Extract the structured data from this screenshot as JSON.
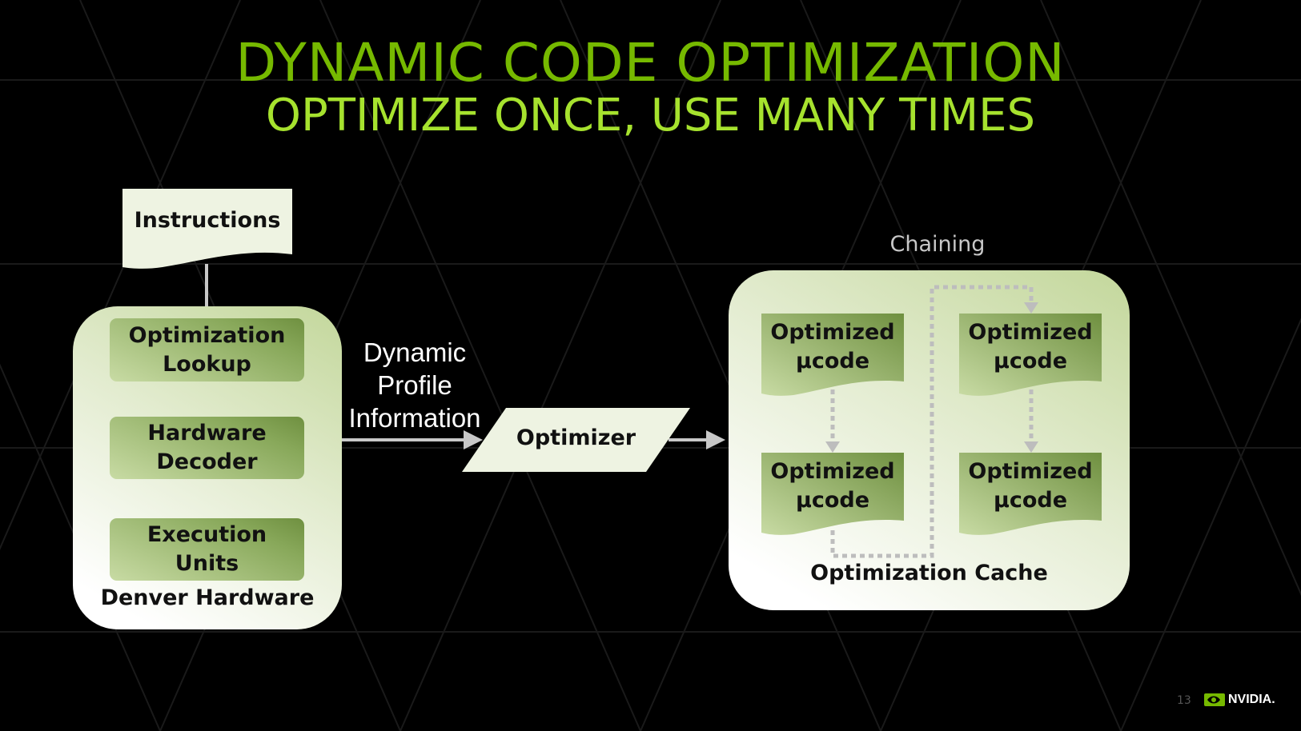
{
  "title": "DYNAMIC CODE OPTIMIZATION",
  "subtitle": "OPTIMIZE ONCE, USE MANY TIMES",
  "instructions": "Instructions",
  "denver": {
    "label": "Denver Hardware",
    "boxes": [
      {
        "line1": "Optimization",
        "line2": "Lookup"
      },
      {
        "line1": "Hardware",
        "line2": "Decoder"
      },
      {
        "line1": "Execution",
        "line2": "Units"
      }
    ]
  },
  "profile": {
    "line1": "Dynamic",
    "line2": "Profile",
    "line3": "Information"
  },
  "optimizer": "Optimizer",
  "chaining": "Chaining",
  "cache": {
    "label": "Optimization Cache",
    "boxes": [
      {
        "line1": "Optimized",
        "line2": "µcode"
      },
      {
        "line1": "Optimized",
        "line2": "µcode"
      },
      {
        "line1": "Optimized",
        "line2": "µcode"
      },
      {
        "line1": "Optimized",
        "line2": "µcode"
      }
    ]
  },
  "footer": {
    "page": "13",
    "logo": "NVIDIA."
  },
  "colors": {
    "title": "#76b900",
    "subtitle": "#a6e22e",
    "background": "#000000"
  }
}
